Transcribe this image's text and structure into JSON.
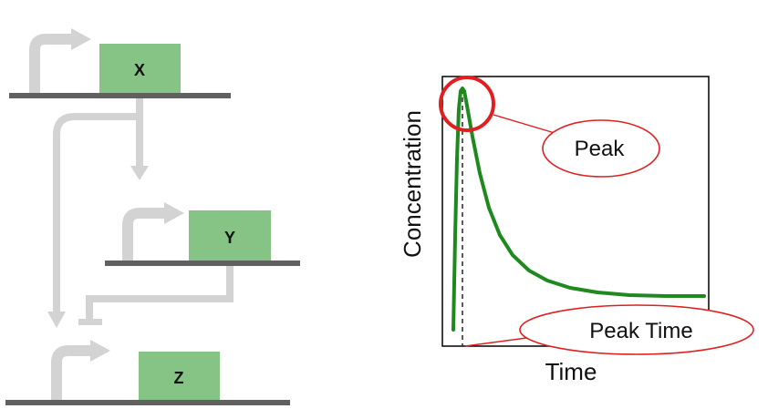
{
  "genes": [
    {
      "label": "X"
    },
    {
      "label": "Y"
    },
    {
      "label": "Z"
    }
  ],
  "plot": {
    "xlabel": "Time",
    "ylabel": "Concentration",
    "callouts": {
      "peak": "Peak",
      "peak_time": "Peak Time"
    }
  },
  "colors": {
    "gene_box": "#86c486",
    "dna_line": "#606060",
    "arrow": "#d3d3d3",
    "curve": "#1e8a1e",
    "callout": "#e02020",
    "dashed": "#333333"
  }
}
